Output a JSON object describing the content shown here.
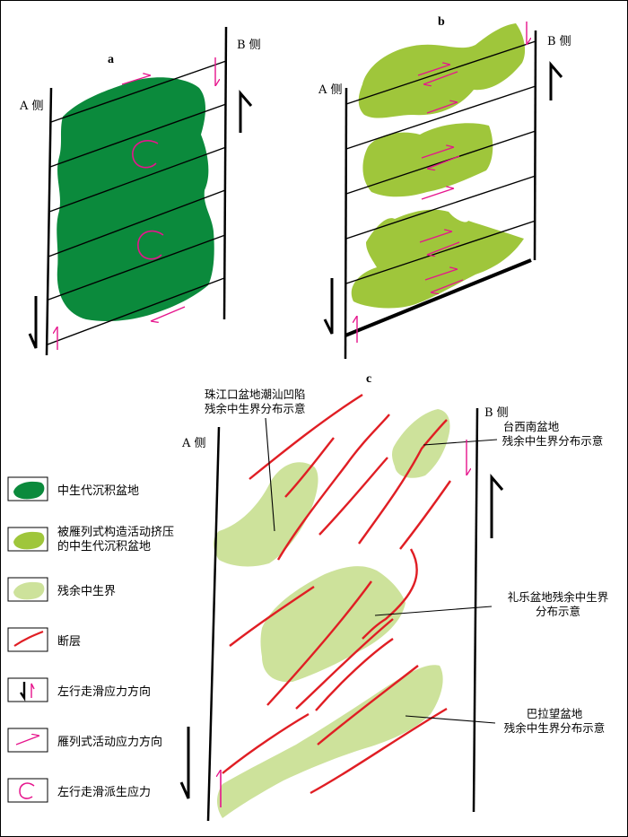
{
  "panels": {
    "a": {
      "letter": "a",
      "side_a": "A 侧",
      "side_b": "B 侧"
    },
    "b": {
      "letter": "b",
      "side_a": "A 侧",
      "side_b": "B 侧"
    },
    "c": {
      "letter": "c",
      "side_a": "A 侧",
      "side_b": "B 侧"
    }
  },
  "annotations": {
    "zhujiangkou": [
      "珠江口盆地潮汕凹陷",
      "残余中生界分布示意"
    ],
    "taixinan": [
      "台西南盆地",
      "残余中生界分布示意"
    ],
    "liyue": [
      "礼乐盆地残余中生界",
      "分布示意"
    ],
    "balawang": [
      "巴拉望盆地",
      "残余中生界分布示意"
    ]
  },
  "legend": [
    {
      "icon": "dark-basin",
      "label": [
        "中生代沉积盆地"
      ]
    },
    {
      "icon": "compressed-basin",
      "label": [
        "被雁列式构造活动挤压",
        "的中生代沉积盆地"
      ]
    },
    {
      "icon": "residual-mesozoic",
      "label": [
        "残余中生界"
      ]
    },
    {
      "icon": "fault",
      "label": [
        "断层"
      ]
    },
    {
      "icon": "sinistral-strike-slip",
      "label": [
        "左行走滑应力方向"
      ]
    },
    {
      "icon": "en-echelon-stress",
      "label": [
        "雁列式活动应力方向"
      ]
    },
    {
      "icon": "derived-stress",
      "label": [
        "左行走滑派生应力"
      ]
    }
  ],
  "colors": {
    "dark_basin": "#0b8a3c",
    "compressed_basin": "#9fc63b",
    "residual": "#cde29b",
    "fault": "#e01e24",
    "stress": "#e6148c",
    "line": "#000000"
  }
}
